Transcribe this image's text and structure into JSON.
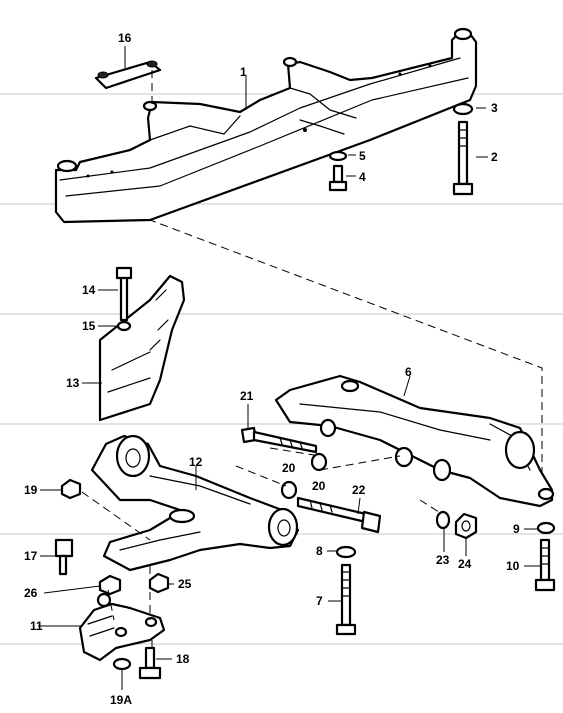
{
  "callouts": {
    "c1": "1",
    "c2": "2",
    "c3": "3",
    "c4": "4",
    "c5": "5",
    "c6": "6",
    "c7": "7",
    "c8": "8",
    "c9": "9",
    "c10": "10",
    "c11": "11",
    "c12": "12",
    "c13": "13",
    "c14": "14",
    "c15": "15",
    "c16": "16",
    "c17": "17",
    "c18": "18",
    "c19": "19",
    "c19a": "19A",
    "c20a": "20",
    "c20b": "20",
    "c21": "21",
    "c22": "22",
    "c23": "23",
    "c24": "24",
    "c25": "25",
    "c26": "26"
  }
}
